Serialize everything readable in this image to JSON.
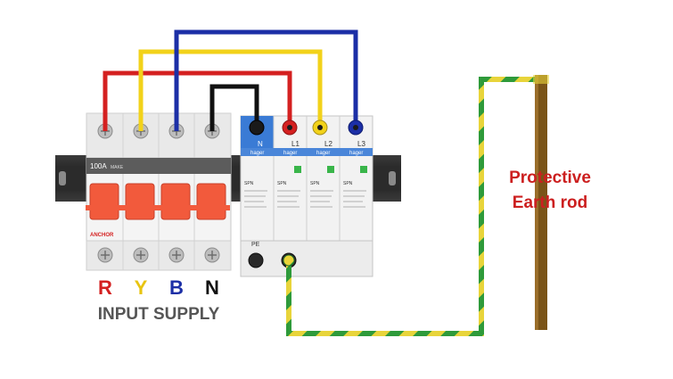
{
  "colors": {
    "red": "#d42020",
    "yellow": "#f2d21a",
    "blue": "#1c2fa6",
    "black": "#111111",
    "earth_green": "#2e9a3a",
    "earth_yellow": "#e8d43a",
    "breaker_orange": "#f25a3c",
    "spd_blue": "#3a7bd5",
    "rod_brown": "#7a5418"
  },
  "mcb": {
    "rating": "100A",
    "brand_small": "MAKE",
    "brand": "ANCHOR"
  },
  "spd": {
    "n_terminal": "N",
    "l_terminals": [
      "L1",
      "L2",
      "L3"
    ],
    "pe_terminal": "PE",
    "brand": "hager",
    "model": "SPN"
  },
  "phase_labels": [
    {
      "text": "R",
      "color": "#d42020"
    },
    {
      "text": "Y",
      "color": "#e8c410"
    },
    {
      "text": "B",
      "color": "#1c2fa6"
    },
    {
      "text": "N",
      "color": "#111111"
    }
  ],
  "input_supply_label": "INPUT SUPPLY",
  "earth_rod_label_line1": "Protective",
  "earth_rod_label_line2": "Earth rod"
}
